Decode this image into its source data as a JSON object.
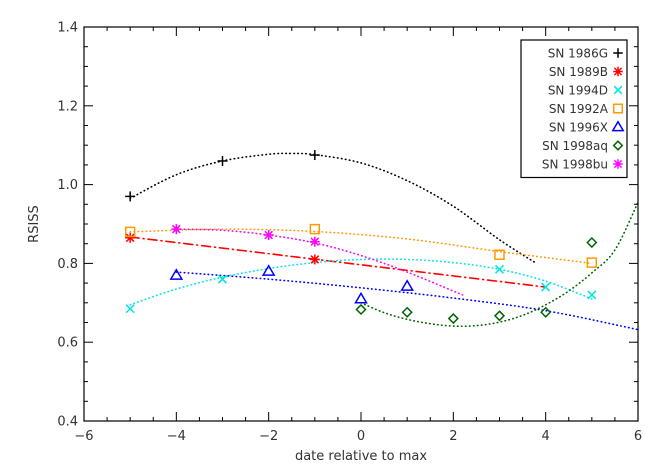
{
  "chart_data": {
    "type": "scatter",
    "title": "",
    "xlabel": "date relative to max",
    "ylabel": "RSISS",
    "xlim": [
      -6,
      6
    ],
    "ylim": [
      0.4,
      1.4
    ],
    "xticks": [
      -6,
      -4,
      -2,
      0,
      2,
      4,
      6
    ],
    "xtick_labels": [
      "−6",
      "−4",
      "−2",
      "0",
      "2",
      "4",
      "6"
    ],
    "yticks": [
      0.4,
      0.6,
      0.8,
      1.0,
      1.2,
      1.4
    ],
    "ytick_labels": [
      "0.4",
      "0.6",
      "0.8",
      "1.0",
      "1.2",
      "1.4"
    ],
    "grid": false,
    "legend_position": "top-right",
    "series": [
      {
        "name": "SN 1986G",
        "color": "#000000",
        "marker": "plus",
        "line_style": "dotted",
        "points": [
          [
            -5,
            0.97
          ],
          [
            -3,
            1.06
          ],
          [
            -1,
            1.075
          ]
        ],
        "fit": [
          [
            -5,
            0.965
          ],
          [
            -4,
            1.025
          ],
          [
            -3,
            1.06
          ],
          [
            -2,
            1.077
          ],
          [
            -1.5,
            1.079
          ],
          [
            -1,
            1.076
          ],
          [
            0,
            1.055
          ],
          [
            1,
            1.01
          ],
          [
            2,
            0.945
          ],
          [
            3,
            0.86
          ],
          [
            3.8,
            0.8
          ]
        ]
      },
      {
        "name": "SN 1989B",
        "color": "#ff0000",
        "marker": "star",
        "line_style": "dashdot",
        "points": [
          [
            -5,
            0.865
          ],
          [
            -1,
            0.81
          ]
        ],
        "fit": [
          [
            -5,
            0.867
          ],
          [
            4,
            0.74
          ]
        ]
      },
      {
        "name": "SN 1994D",
        "color": "#00e5e5",
        "marker": "cross",
        "line_style": "dotted",
        "points": [
          [
            -5,
            0.685
          ],
          [
            -3,
            0.76
          ],
          [
            3,
            0.785
          ],
          [
            4,
            0.74
          ],
          [
            5,
            0.72
          ]
        ],
        "fit": [
          [
            -5,
            0.695
          ],
          [
            -4,
            0.735
          ],
          [
            -3,
            0.765
          ],
          [
            -2,
            0.787
          ],
          [
            -1,
            0.802
          ],
          [
            0,
            0.81
          ],
          [
            1,
            0.81
          ],
          [
            2,
            0.802
          ],
          [
            3,
            0.785
          ],
          [
            4,
            0.755
          ],
          [
            5,
            0.71
          ]
        ]
      },
      {
        "name": "SN 1992A",
        "color": "#ff9900",
        "marker": "square",
        "line_style": "dotted",
        "points": [
          [
            -5,
            0.88
          ],
          [
            -1,
            0.887
          ],
          [
            3,
            0.822
          ],
          [
            5,
            0.802
          ]
        ],
        "fit": [
          [
            -5,
            0.88
          ],
          [
            -3,
            0.887
          ],
          [
            -1,
            0.881
          ],
          [
            1,
            0.862
          ],
          [
            3,
            0.83
          ],
          [
            5,
            0.8
          ]
        ]
      },
      {
        "name": "SN 1996X",
        "color": "#0000ff",
        "marker": "triangle",
        "line_style": "dotted",
        "points": [
          [
            -4,
            0.77
          ],
          [
            -2,
            0.78
          ],
          [
            0,
            0.71
          ],
          [
            1,
            0.742
          ]
        ],
        "fit": [
          [
            -4,
            0.778
          ],
          [
            -2,
            0.76
          ],
          [
            0,
            0.738
          ],
          [
            2,
            0.712
          ],
          [
            4,
            0.68
          ],
          [
            6,
            0.632
          ]
        ]
      },
      {
        "name": "SN 1998aq",
        "color": "#006400",
        "marker": "diamond",
        "line_style": "dotted",
        "points": [
          [
            0,
            0.683
          ],
          [
            1,
            0.676
          ],
          [
            2,
            0.66
          ],
          [
            3,
            0.667
          ],
          [
            4,
            0.676
          ],
          [
            5,
            0.853
          ]
        ],
        "fit": [
          [
            0,
            0.7
          ],
          [
            0.5,
            0.675
          ],
          [
            1,
            0.658
          ],
          [
            1.5,
            0.647
          ],
          [
            2,
            0.641
          ],
          [
            2.5,
            0.642
          ],
          [
            3,
            0.651
          ],
          [
            3.5,
            0.668
          ],
          [
            4,
            0.695
          ],
          [
            4.5,
            0.73
          ],
          [
            5,
            0.776
          ],
          [
            5.5,
            0.834
          ],
          [
            6,
            0.955
          ]
        ]
      },
      {
        "name": "SN 1998bu",
        "color": "#ff00ff",
        "marker": "star",
        "line_style": "dotted",
        "points": [
          [
            -4,
            0.887
          ],
          [
            -2,
            0.872
          ],
          [
            -1,
            0.855
          ]
        ],
        "fit": [
          [
            -4,
            0.887
          ],
          [
            -3,
            0.884
          ],
          [
            -2,
            0.872
          ],
          [
            -1,
            0.852
          ],
          [
            0,
            0.82
          ],
          [
            1,
            0.778
          ],
          [
            2.2,
            0.72
          ]
        ]
      }
    ]
  }
}
